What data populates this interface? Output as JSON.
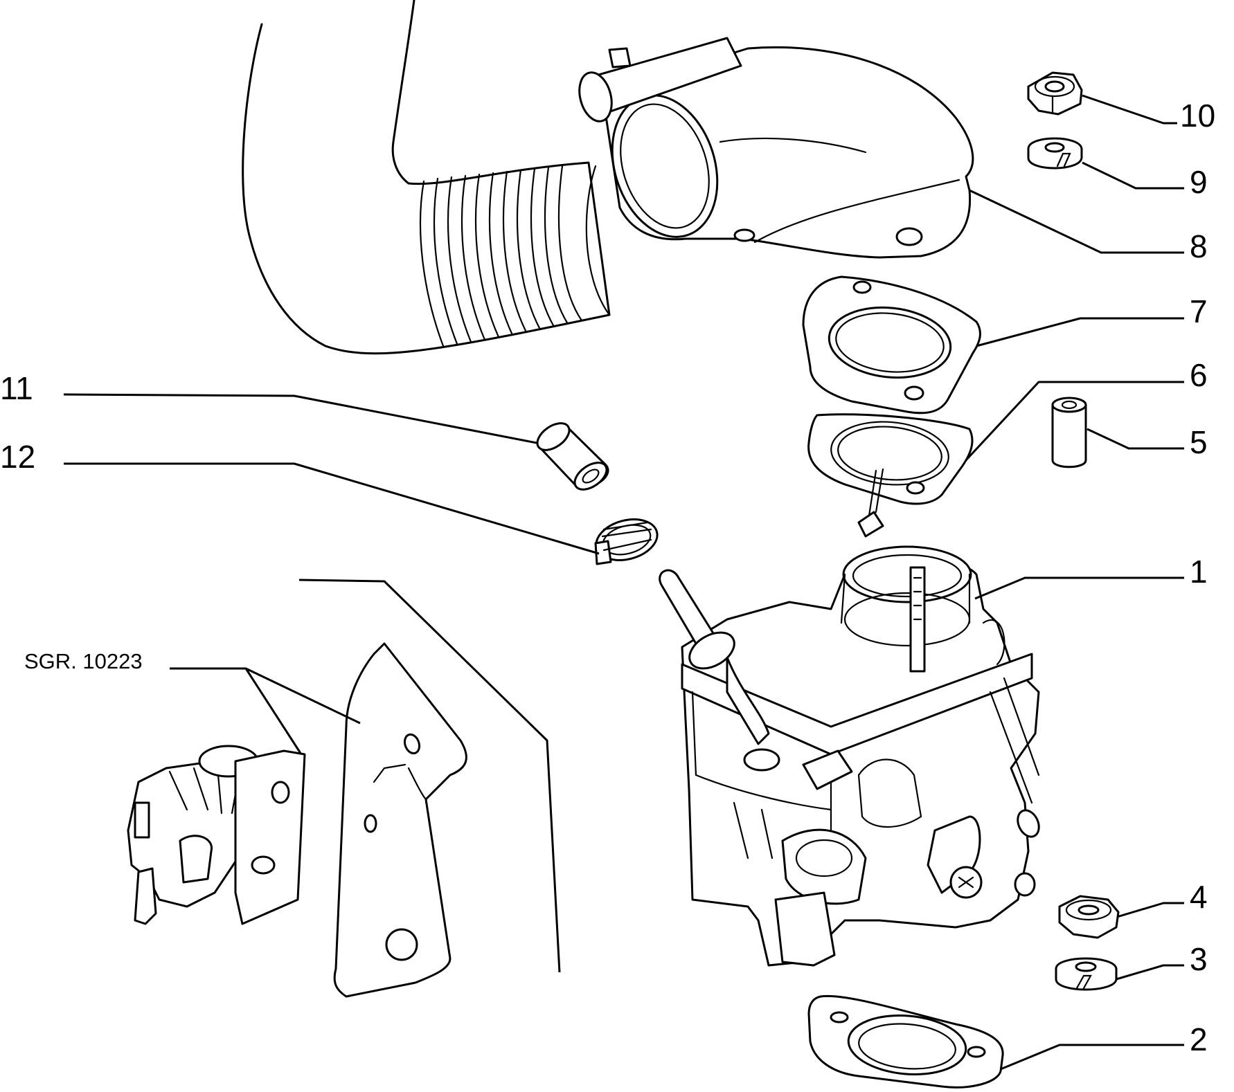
{
  "diagram": {
    "reference": "SGR. 10223",
    "callouts": [
      "1",
      "2",
      "3",
      "4",
      "5",
      "6",
      "7",
      "8",
      "9",
      "10",
      "11",
      "12"
    ]
  }
}
